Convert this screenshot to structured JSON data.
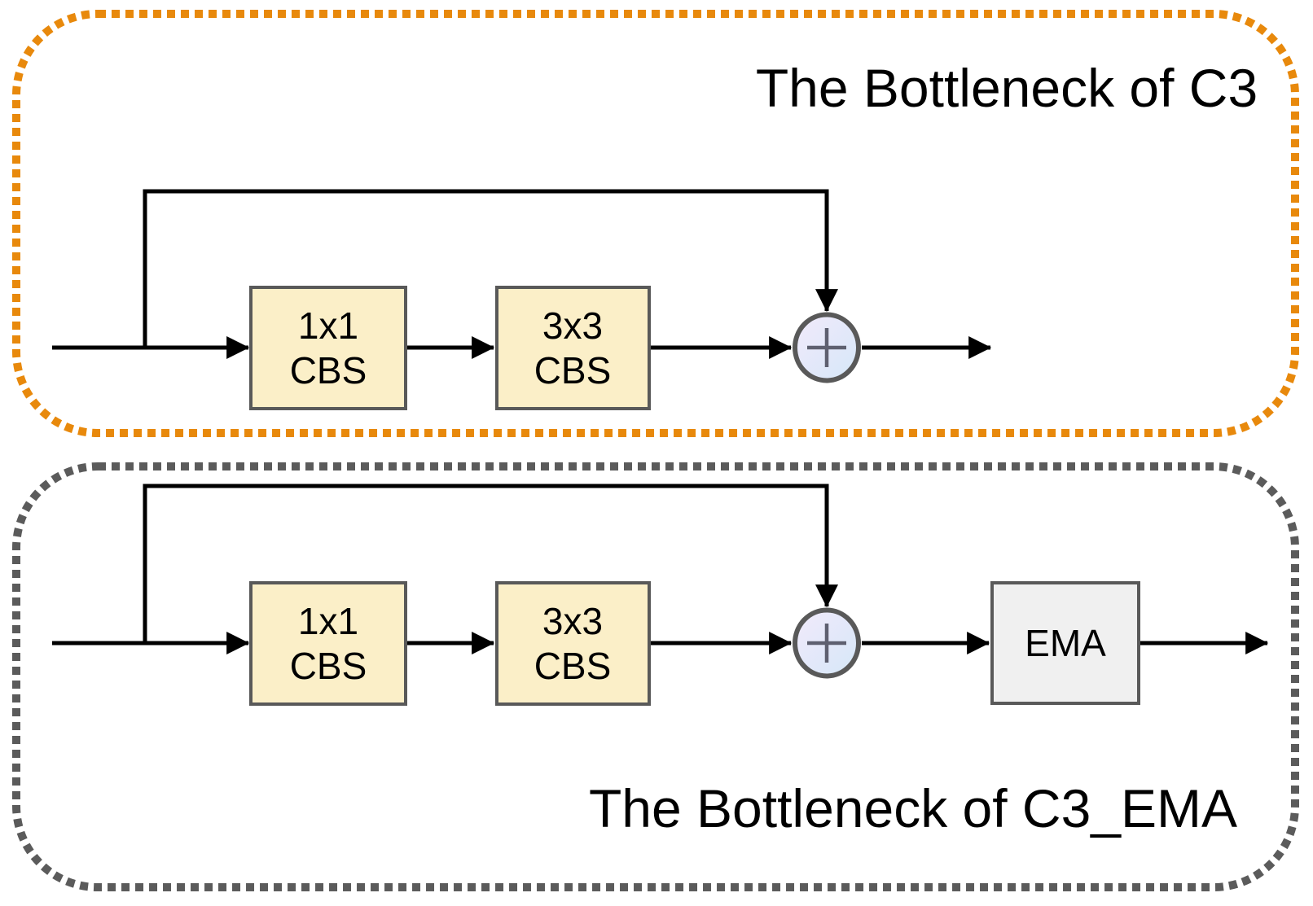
{
  "figure": {
    "description": "Comparison of two bottleneck structures",
    "background": "#ffffff"
  },
  "top_diagram": {
    "title": "The Bottleneck of C3",
    "container_border_color": "#E8890C",
    "blocks": [
      {
        "line1": "1x1",
        "line2": "CBS"
      },
      {
        "line1": "3x3",
        "line2": "CBS"
      }
    ],
    "operator": "add"
  },
  "bottom_diagram": {
    "title": "The Bottleneck of C3_EMA",
    "container_border_color": "#5B5B5B",
    "blocks": [
      {
        "line1": "1x1",
        "line2": "CBS"
      },
      {
        "line1": "3x3",
        "line2": "CBS"
      }
    ],
    "ema_block": {
      "label": "EMA"
    },
    "operator": "add"
  },
  "styles": {
    "block_fill": "#FBEFC8",
    "block_border": "#595959",
    "ema_fill": "#F0F0F0",
    "ema_border": "#595959",
    "line_color": "#000000",
    "operator_border": "#595959",
    "operator_plus_color": "#5E6070",
    "operator_gradient_start": "#F2EAFB",
    "operator_gradient_end": "#D5E7F8",
    "title_color": "#000000"
  }
}
